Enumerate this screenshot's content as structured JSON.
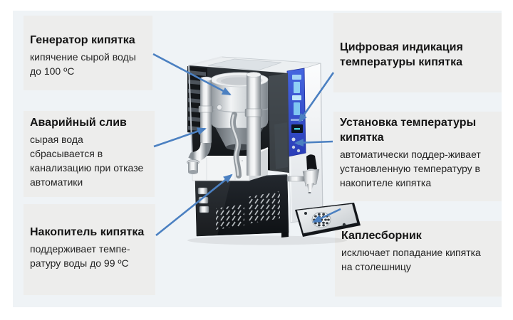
{
  "theme": {
    "canvas-bg": "#ffffff",
    "panel-bg": "#eff3f6",
    "callout-bg": "#ededec",
    "arrow": "#4b80c1",
    "machine-panel-blue": "#3350c8"
  },
  "callouts": {
    "left": [
      {
        "title": "Генератор кипятка",
        "body": "кипячение сырой воды\nдо 100 ºС"
      },
      {
        "title": "Аварийный слив",
        "body": "сырая вода\nсбрасывается в\nканализацию при отказе\nавтоматики"
      },
      {
        "title": "Накопитель кипятка",
        "body": "поддерживает темпе-\nратуру воды до 99 ºС"
      }
    ],
    "right": [
      {
        "title": "Цифровая индикация\nтемпературы кипятка",
        "body": ""
      },
      {
        "title": "Установка температуры\nкипятка",
        "body": "автоматически поддер-живает\nустановленную температуру в\nнакопителе кипятка"
      },
      {
        "title": "Каплесборник",
        "body": "исключает попадание кипятка\nна столешницу"
      }
    ]
  }
}
